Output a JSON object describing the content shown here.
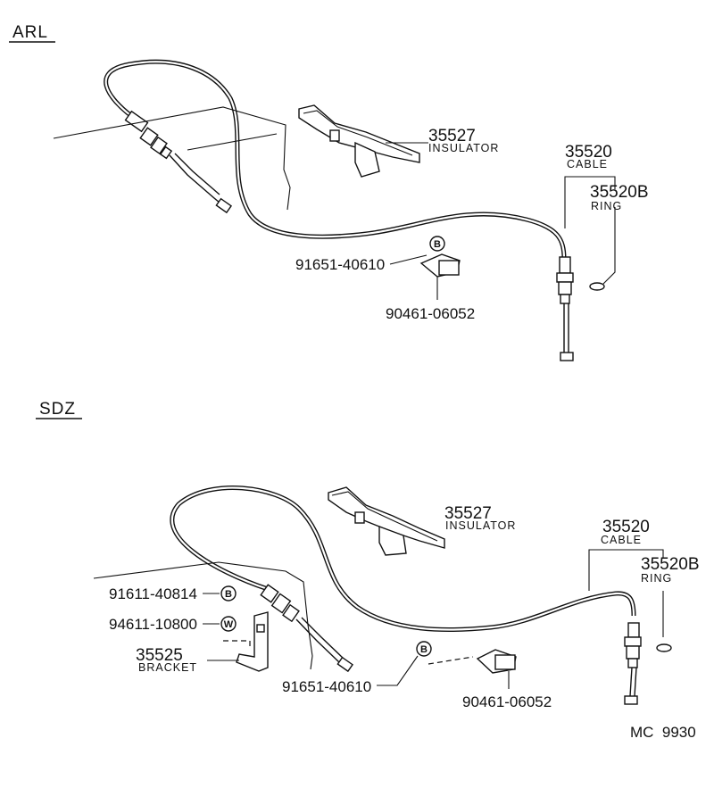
{
  "sections": [
    {
      "title": "ARL",
      "parts": [
        {
          "number": "35527",
          "name": "INSULATOR"
        },
        {
          "number": "35520",
          "name": "CABLE"
        },
        {
          "number": "35520B",
          "name": "RING"
        },
        {
          "number": "91651-40610",
          "marker": "B"
        },
        {
          "number": "90461-06052"
        }
      ]
    },
    {
      "title": "SDZ",
      "parts": [
        {
          "number": "35527",
          "name": "INSULATOR"
        },
        {
          "number": "35520",
          "name": "CABLE"
        },
        {
          "number": "35520B",
          "name": "RING"
        },
        {
          "number": "91611-40814",
          "marker": "B"
        },
        {
          "number": "94611-10800",
          "marker": "W"
        },
        {
          "number": "35525",
          "name": "BRACKET"
        },
        {
          "number": "91651-40610",
          "marker": "B"
        },
        {
          "number": "90461-06052"
        }
      ]
    }
  ],
  "footer_code": "MC  9930"
}
